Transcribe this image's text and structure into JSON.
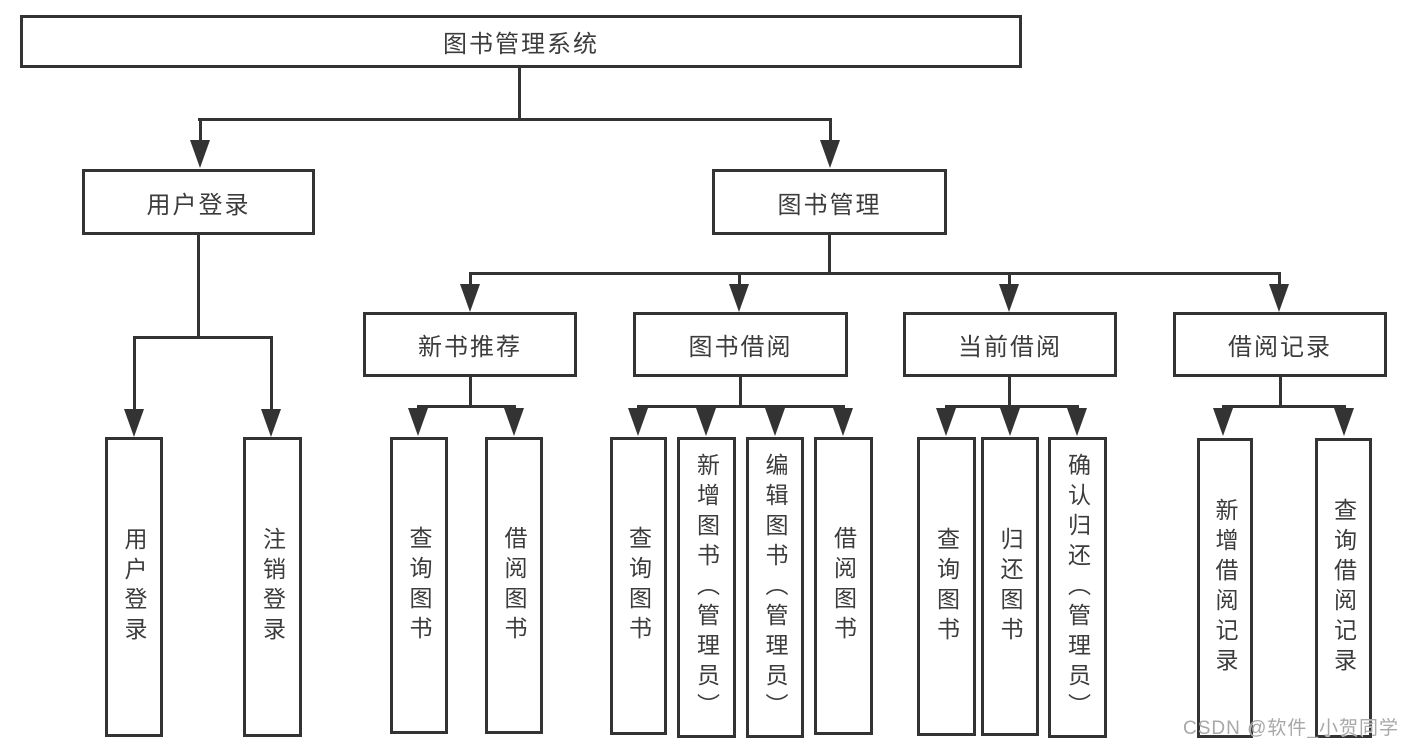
{
  "diagram": {
    "root": {
      "label": "图书管理系统"
    },
    "level1": [
      {
        "label": "用户登录"
      },
      {
        "label": "图书管理"
      }
    ],
    "level2": [
      {
        "label": "新书推荐"
      },
      {
        "label": "图书借阅"
      },
      {
        "label": "当前借阅"
      },
      {
        "label": "借阅记录"
      }
    ],
    "leaves": [
      {
        "label": "用户登录"
      },
      {
        "label": "注销登录"
      },
      {
        "label": "查询图书"
      },
      {
        "label": "借阅图书"
      },
      {
        "label": "查询图书"
      },
      {
        "label": "新增图书（管理员）"
      },
      {
        "label": "编辑图书（管理员）"
      },
      {
        "label": "借阅图书"
      },
      {
        "label": "查询图书"
      },
      {
        "label": "归还图书"
      },
      {
        "label": "确认归还（管理员）"
      },
      {
        "label": "新增借阅记录"
      },
      {
        "label": "查询借阅记录"
      }
    ],
    "watermark": "CSDN @软件_小贺同学",
    "colors": {
      "line": "#333333",
      "text": "#3c3c3c",
      "watermark": "#a8a8a8",
      "background": "#ffffff"
    }
  }
}
